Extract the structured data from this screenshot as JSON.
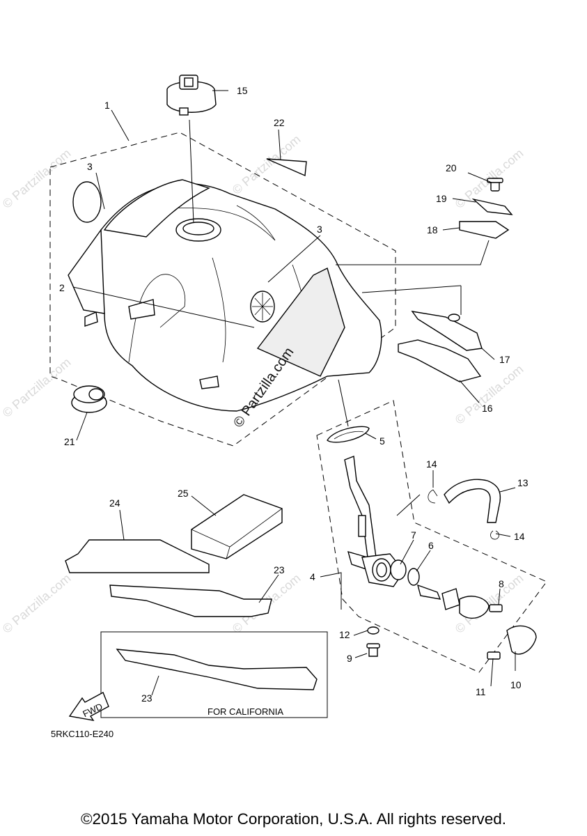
{
  "callouts": {
    "c1": "1",
    "c2": "2",
    "c3a": "3",
    "c3b": "3",
    "c4": "4",
    "c5": "5",
    "c6": "6",
    "c7": "7",
    "c8": "8",
    "c9": "9",
    "c10": "10",
    "c11": "11",
    "c12": "12",
    "c13": "13",
    "c14a": "14",
    "c14b": "14",
    "c15": "15",
    "c16": "16",
    "c17": "17",
    "c18": "18",
    "c19": "19",
    "c20": "20",
    "c21": "21",
    "c22": "22",
    "c23a": "23",
    "c23b": "23",
    "c24": "24",
    "c25": "25"
  },
  "california_label": "FOR CALIFORNIA",
  "diagram_code": "5RKC110-E240",
  "fwd_label": "FWD",
  "watermark": "© Partzilla.com",
  "watermark_small": "© Partzilla.com",
  "copyright": "©2015 Yamaha Motor Corporation, U.S.A. All rights reserved."
}
